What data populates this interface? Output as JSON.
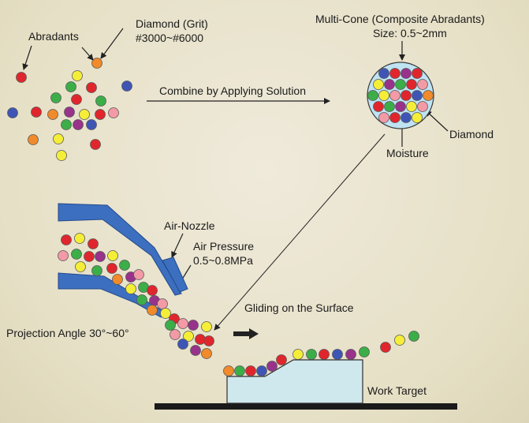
{
  "labels": {
    "abradants": "Abradants",
    "diamond_grit": "Diamond (Grit)",
    "grit_range": "#3000~#6000",
    "combine": "Combine by Applying Solution",
    "multicone": "Multi-Cone (Composite Abradants)",
    "size": "Size: 0.5~2mm",
    "diamond": "Diamond",
    "moisture": "Moisture",
    "air_nozzle": "Air-Nozzle",
    "air_pressure": "Air Pressure",
    "pressure_range": "0.5~0.8MPa",
    "gliding": "Gliding on the Surface",
    "projection_angle": "Projection Angle 30°~60°",
    "work_target": "Work Target"
  },
  "colors": {
    "red": "#e0262c",
    "green": "#3cae48",
    "yellow": "#f5ee38",
    "blue": "#3f55b6",
    "orange": "#f08a2a",
    "pink": "#f29aa6",
    "purple": "#98328a",
    "nozzle": "#3d6fc0",
    "target": "#cfe8ee",
    "cone_bg": "#bfe3f3"
  }
}
